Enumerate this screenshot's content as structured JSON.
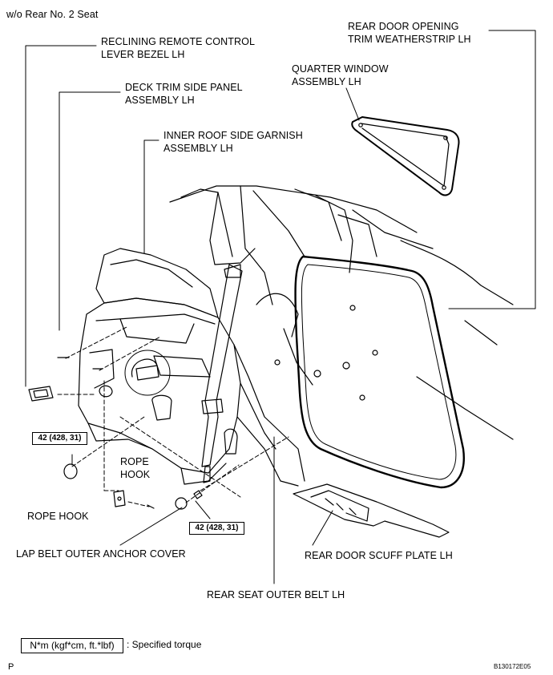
{
  "header": {
    "condition": "w/o Rear No. 2 Seat"
  },
  "callouts": {
    "reclining_bezel": [
      "RECLINING REMOTE CONTROL",
      "LEVER BEZEL LH"
    ],
    "deck_trim": [
      "DECK TRIM SIDE PANEL",
      "ASSEMBLY LH"
    ],
    "inner_roof_garnish": [
      "INNER ROOF SIDE GARNISH",
      "ASSEMBLY LH"
    ],
    "weatherstrip": [
      "REAR DOOR OPENING",
      "TRIM WEATHERSTRIP LH"
    ],
    "quarter_window": [
      "QUARTER WINDOW",
      "ASSEMBLY LH"
    ],
    "rope_hook_left": "ROPE HOOK",
    "rope_hook_mid": [
      "ROPE",
      "HOOK"
    ],
    "lap_belt_cover": "LAP BELT OUTER ANCHOR COVER",
    "scuff_plate": "REAR DOOR SCUFF PLATE LH",
    "outer_belt": "REAR SEAT OUTER BELT LH"
  },
  "torque": {
    "left": "42 (428, 31)",
    "right": "42 (428, 31)"
  },
  "legend": {
    "box": "N*m (kgf*cm, ft.*lbf)",
    "text": ": Specified torque"
  },
  "footer": {
    "letter": "P",
    "code": "B130172E05"
  }
}
